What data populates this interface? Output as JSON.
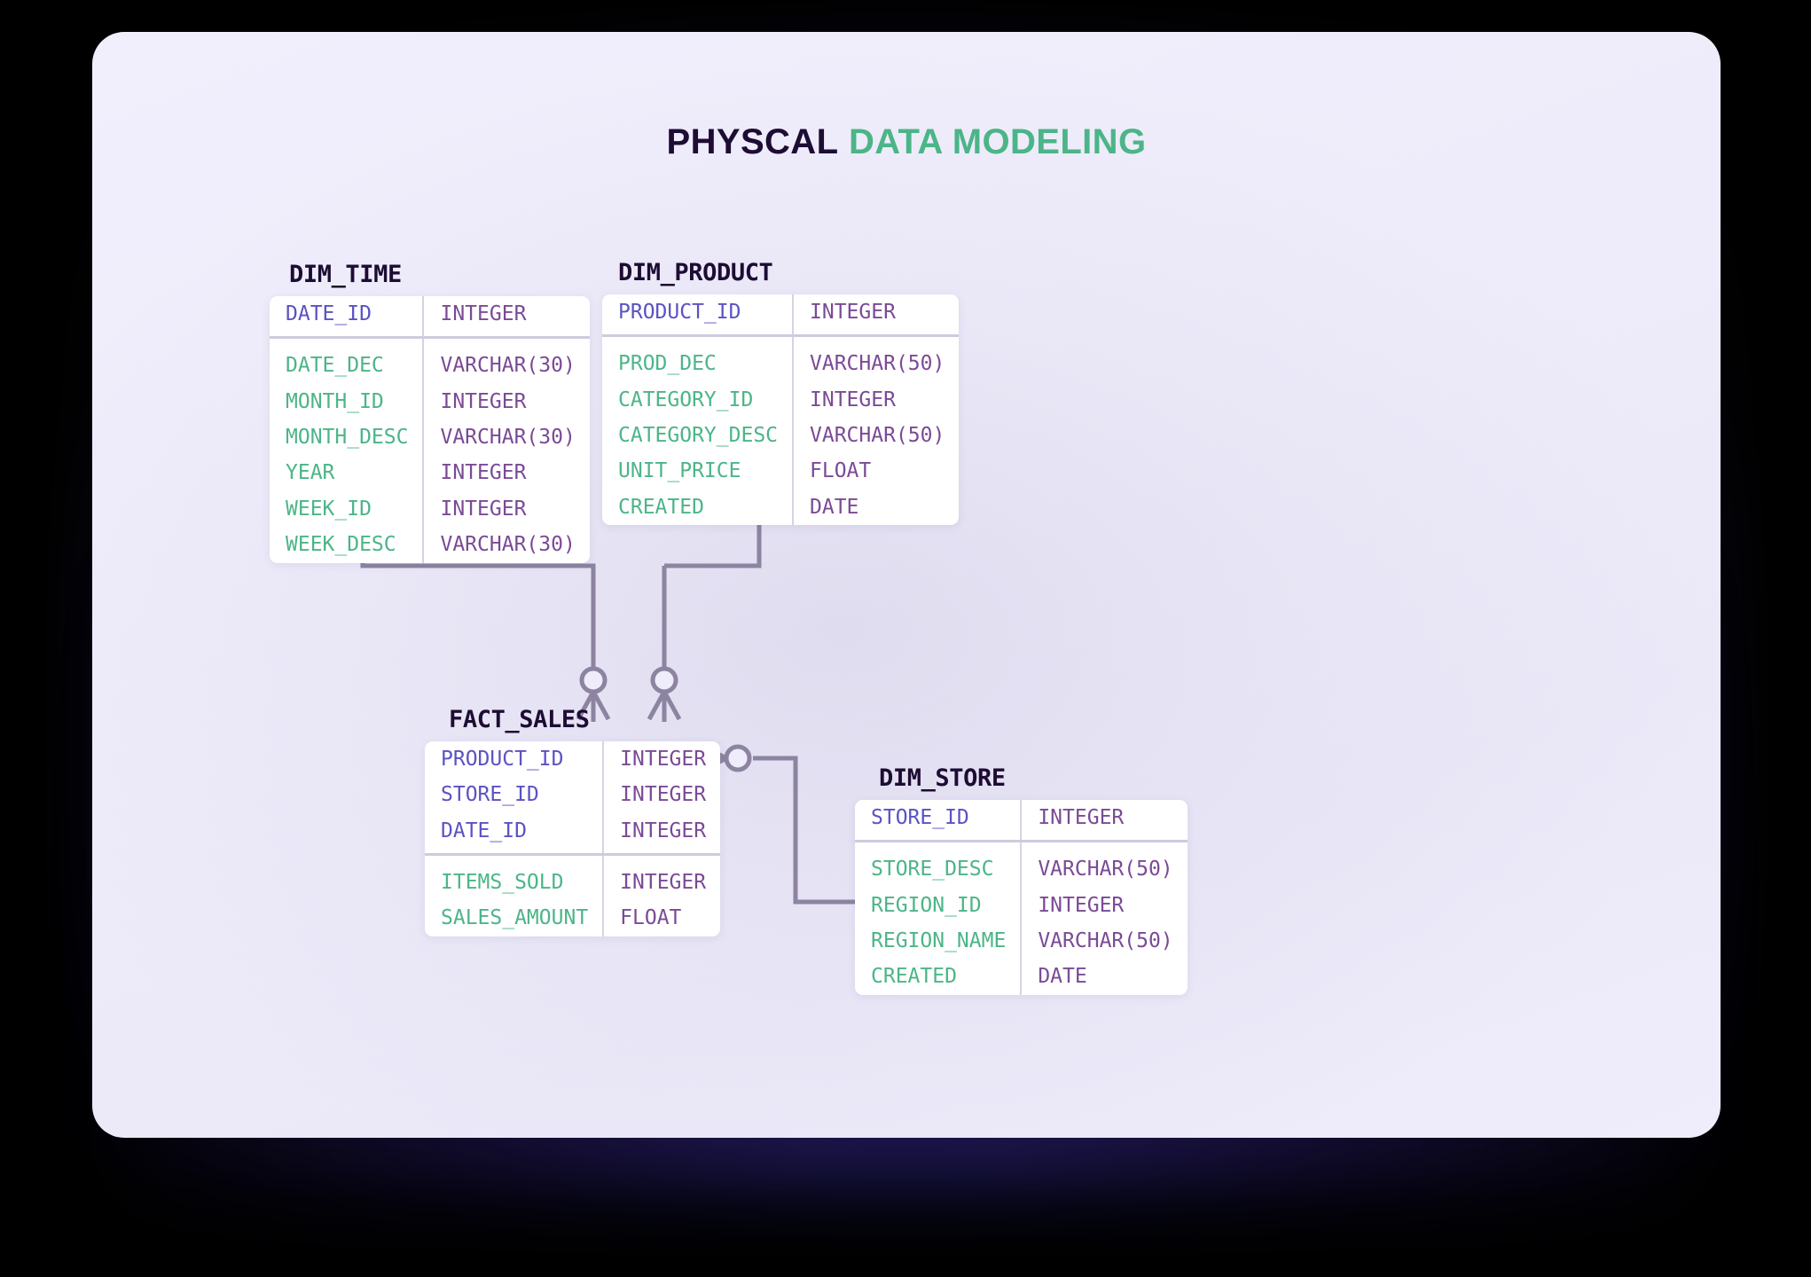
{
  "page": {
    "background": "#000000",
    "canvas_background": "#efedfb",
    "title_part1": "PHYSCAL",
    "title_part2": "DATA MODELING"
  },
  "colors": {
    "title_dark": "#1d0c33",
    "title_accent": "#4cb588",
    "primary_key": "#5b52c4",
    "column_name": "#4cb588",
    "data_type": "#7b4a96",
    "connector": "#8c84a0",
    "divider": "#cfcbdd"
  },
  "entities": {
    "dim_time": {
      "name": "DIM_TIME",
      "keys": [
        {
          "name": "DATE_ID",
          "type": "INTEGER"
        }
      ],
      "attributes": [
        {
          "name": "DATE_DEC",
          "type": "VARCHAR(30)"
        },
        {
          "name": "MONTH_ID",
          "type": "INTEGER"
        },
        {
          "name": "MONTH_DESC",
          "type": "VARCHAR(30)"
        },
        {
          "name": "YEAR",
          "type": "INTEGER"
        },
        {
          "name": "WEEK_ID",
          "type": "INTEGER"
        },
        {
          "name": "WEEK_DESC",
          "type": "VARCHAR(30)"
        }
      ]
    },
    "dim_product": {
      "name": "DIM_PRODUCT",
      "keys": [
        {
          "name": "PRODUCT_ID",
          "type": "INTEGER"
        }
      ],
      "attributes": [
        {
          "name": "PROD_DEC",
          "type": "VARCHAR(50)"
        },
        {
          "name": "CATEGORY_ID",
          "type": "INTEGER"
        },
        {
          "name": "CATEGORY_DESC",
          "type": "VARCHAR(50)"
        },
        {
          "name": "UNIT_PRICE",
          "type": "FLOAT"
        },
        {
          "name": "CREATED",
          "type": "DATE"
        }
      ]
    },
    "fact_sales": {
      "name": "FACT_SALES",
      "keys": [
        {
          "name": "PRODUCT_ID",
          "type": "INTEGER"
        },
        {
          "name": "STORE_ID",
          "type": "INTEGER"
        },
        {
          "name": "DATE_ID",
          "type": "INTEGER"
        }
      ],
      "attributes": [
        {
          "name": "ITEMS_SOLD",
          "type": "INTEGER"
        },
        {
          "name": "SALES_AMOUNT",
          "type": "FLOAT"
        }
      ]
    },
    "dim_store": {
      "name": "DIM_STORE",
      "keys": [
        {
          "name": "STORE_ID",
          "type": "INTEGER"
        }
      ],
      "attributes": [
        {
          "name": "STORE_DESC",
          "type": "VARCHAR(50)"
        },
        {
          "name": "REGION_ID",
          "type": "INTEGER"
        },
        {
          "name": "REGION_NAME",
          "type": "VARCHAR(50)"
        },
        {
          "name": "CREATED",
          "type": "DATE"
        }
      ]
    }
  },
  "relationships": [
    {
      "from": "dim_time",
      "to": "fact_sales",
      "from_cardinality": "one-or-many",
      "to_cardinality": "zero-or-many"
    },
    {
      "from": "dim_product",
      "to": "fact_sales",
      "from_cardinality": "zero-or-many",
      "to_cardinality": "zero-or-many"
    },
    {
      "from": "fact_sales",
      "to": "dim_store",
      "from_cardinality": "zero-or-many",
      "to_cardinality": "zero-or-many"
    }
  ]
}
